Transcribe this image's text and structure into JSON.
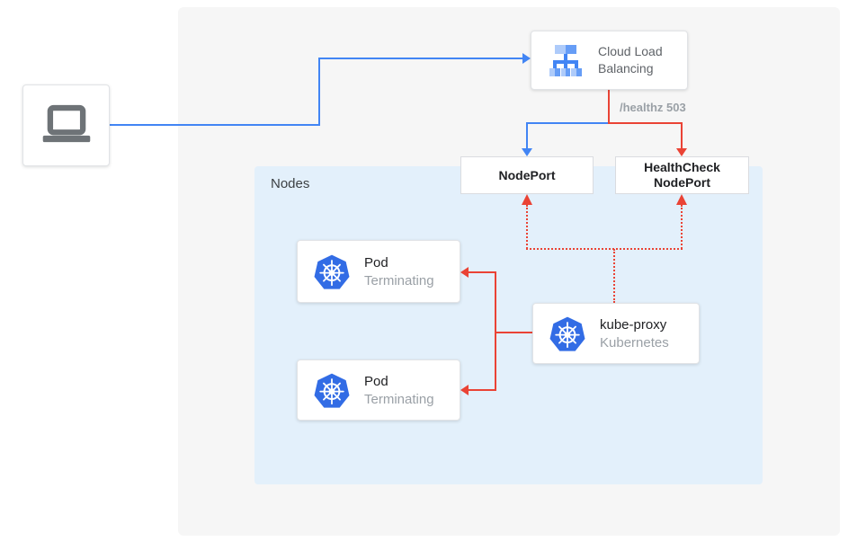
{
  "colors": {
    "blue": "#4285F4",
    "red": "#EA4335",
    "panel_gray": "#F6F6F6",
    "nodes_blue": "#E3F0FB",
    "card_border": "#E1E3E6",
    "text_dark": "#202124",
    "text_gray": "#9AA0A6",
    "text_mid": "#5F6368",
    "k8s_blue": "#326CE5",
    "gray_icon": "#6E7377"
  },
  "client": {
    "icon": "laptop-icon"
  },
  "cloud_load_balancing": {
    "label": "Cloud Load Balancing",
    "icon": "load-balancer-icon"
  },
  "health_check_annotation": "/healthz 503",
  "node_port": {
    "label": "NodePort"
  },
  "health_check_node_port": {
    "label": "HealthCheck NodePort"
  },
  "nodes_panel": {
    "label": "Nodes",
    "pods": [
      {
        "title": "Pod",
        "status": "Terminating",
        "icon": "kubernetes-icon"
      },
      {
        "title": "Pod",
        "status": "Terminating",
        "icon": "kubernetes-icon"
      }
    ],
    "kube_proxy": {
      "title": "kube-proxy",
      "subtitle": "Kubernetes",
      "icon": "kubernetes-icon"
    }
  },
  "connectors": {
    "client_to_load_balancer": {
      "color": "#4285F4",
      "style": "solid"
    },
    "load_balancer_to_nodeport": {
      "color": "#4285F4",
      "style": "solid"
    },
    "load_balancer_to_healthcheck_nodeport": {
      "color": "#EA4335",
      "style": "solid",
      "label": "/healthz 503"
    },
    "kube_proxy_to_pods": {
      "color": "#EA4335",
      "style": "solid"
    },
    "kube_proxy_to_nodeports": {
      "color": "#EA4335",
      "style": "dotted"
    }
  }
}
